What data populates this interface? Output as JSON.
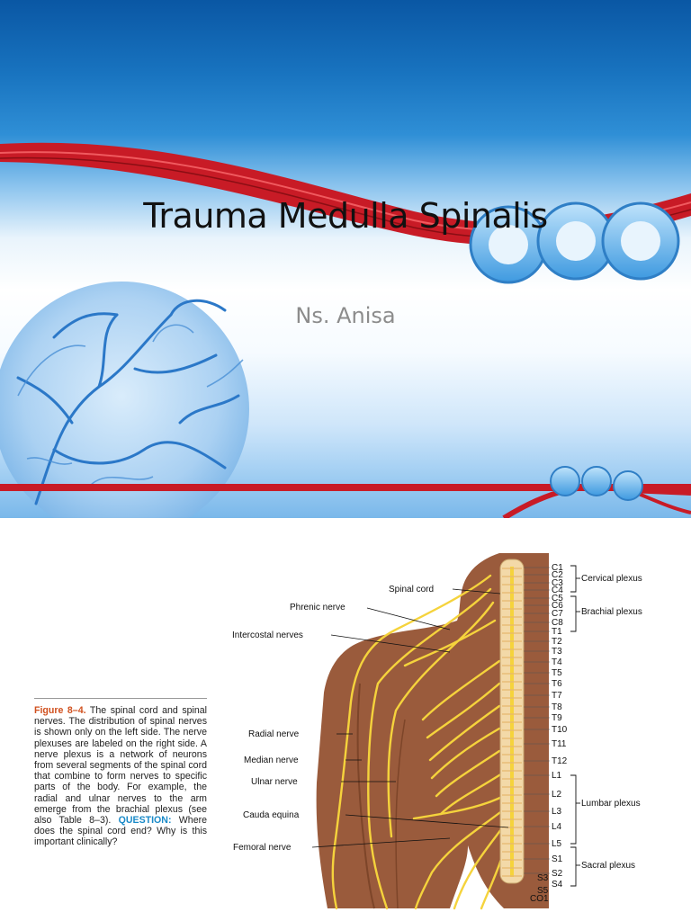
{
  "slide1": {
    "title": "Trauma Medulla Spinalis",
    "subtitle": "Ns. Anisa",
    "colors": {
      "top_blue": "#0a57a4",
      "ribbon_red": "#d01f28",
      "title": "#111111",
      "subtitle": "#8c8c8c"
    },
    "decorations": [
      "globe-circuit-image",
      "red-ribbon",
      "blue-ring-icons"
    ]
  },
  "slide2": {
    "caption": {
      "figure_label": "Figure 8–4.",
      "text": "The spinal cord and spinal nerves. The distribution of spinal nerves is shown only on the left side. The nerve plexuses are labeled on the right side. A nerve plexus is a network of neurons from several segments of the spinal cord that combine to form nerves to specific parts of the body. For example, the radial and ulnar nerves to the arm emerge from the brachial plexus (see also Table 8–3).",
      "question_label": "QUESTION:",
      "question_text": "Where does the spinal cord end? Why is this important clinically?"
    },
    "left_labels": {
      "spinal_cord": "Spinal cord",
      "phrenic": "Phrenic nerve",
      "intercostal": "Intercostal nerves",
      "radial": "Radial nerve",
      "median": "Median nerve",
      "ulnar": "Ulnar nerve",
      "cauda": "Cauda equina",
      "femoral": "Femoral nerve"
    },
    "segments": [
      "C1",
      "C2",
      "C3",
      "C4",
      "C5",
      "C6",
      "C7",
      "C8",
      "T1",
      "T2",
      "T3",
      "T4",
      "T5",
      "T6",
      "T7",
      "T8",
      "T9",
      "T10",
      "T11",
      "T12",
      "L1",
      "L2",
      "L3",
      "L4",
      "L5",
      "S1",
      "S2",
      "S3",
      "S4",
      "S5",
      "CO1"
    ],
    "plexuses": {
      "cervical": "Cervical plexus",
      "brachial": "Brachial plexus",
      "lumbar": "Lumbar plexus",
      "sacral": "Sacral plexus"
    },
    "colors": {
      "skin": "#9a5b3c",
      "nerve": "#f5d33c",
      "figure_label": "#d0501e",
      "question": "#1a8ac8"
    }
  }
}
